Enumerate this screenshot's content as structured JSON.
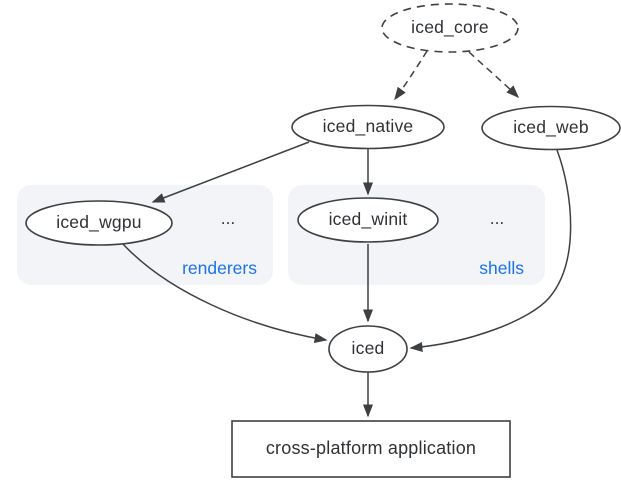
{
  "diagram": {
    "type": "dependency-graph",
    "colors": {
      "background": "#ffffff",
      "node_stroke": "#3c4043",
      "node_fill": "#ffffff",
      "text": "#2e3236",
      "group_fill": "#f3f4f7",
      "group_label": "#1a73e8"
    },
    "nodes": {
      "iced_core": {
        "label": "iced_core",
        "shape": "ellipse",
        "border": "dashed"
      },
      "iced_native": {
        "label": "iced_native",
        "shape": "ellipse",
        "border": "solid"
      },
      "iced_web": {
        "label": "iced_web",
        "shape": "ellipse",
        "border": "solid"
      },
      "iced_wgpu": {
        "label": "iced_wgpu",
        "shape": "ellipse",
        "border": "solid",
        "group": "renderers"
      },
      "iced_winit": {
        "label": "iced_winit",
        "shape": "ellipse",
        "border": "solid",
        "group": "shells"
      },
      "iced": {
        "label": "iced",
        "shape": "ellipse",
        "border": "solid"
      },
      "application": {
        "label": "cross-platform application",
        "shape": "rect",
        "border": "solid"
      }
    },
    "groups": {
      "renderers": {
        "label": "renderers",
        "more": "..."
      },
      "shells": {
        "label": "shells",
        "more": "..."
      }
    },
    "edges": [
      {
        "from": "iced_core",
        "to": "iced_native",
        "style": "dashed"
      },
      {
        "from": "iced_core",
        "to": "iced_web",
        "style": "dashed"
      },
      {
        "from": "iced_native",
        "to": "iced_wgpu",
        "style": "solid"
      },
      {
        "from": "iced_native",
        "to": "iced_winit",
        "style": "solid"
      },
      {
        "from": "iced_wgpu",
        "to": "iced",
        "style": "solid"
      },
      {
        "from": "iced_winit",
        "to": "iced",
        "style": "solid"
      },
      {
        "from": "iced_web",
        "to": "iced",
        "style": "solid"
      },
      {
        "from": "iced",
        "to": "application",
        "style": "solid"
      }
    ]
  }
}
